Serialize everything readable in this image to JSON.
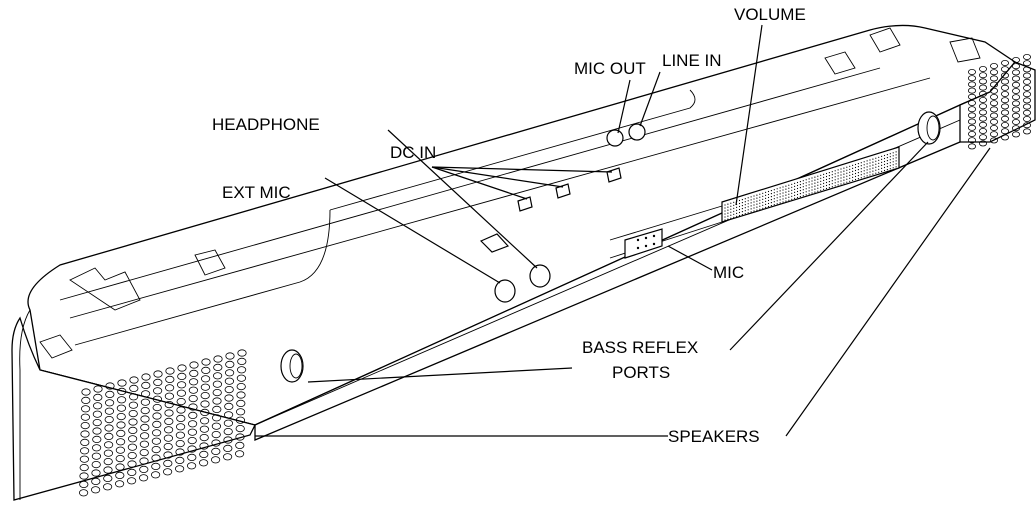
{
  "labels": {
    "volume": "VOLUME",
    "mic_out": "MIC OUT",
    "line_in": "LINE IN",
    "dc_in": "DC IN",
    "headphone": "HEADPHONE",
    "ext_mic": "EXT MIC",
    "mic": "MIC",
    "bass_reflex_1": "BASS REFLEX",
    "bass_reflex_2": "PORTS",
    "speakers": "SPEAKERS"
  }
}
